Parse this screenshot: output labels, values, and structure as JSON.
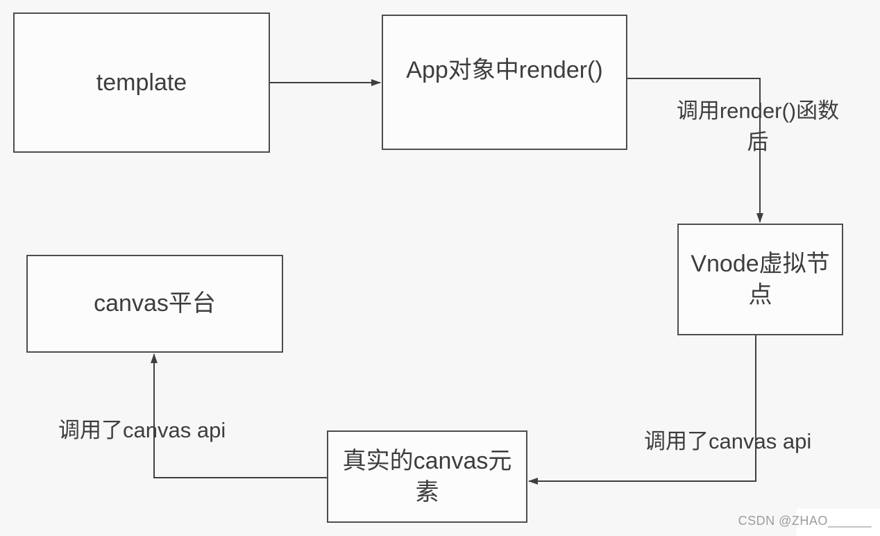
{
  "diagram": {
    "nodes": {
      "template": {
        "label": "template"
      },
      "app_render": {
        "label": "App对象中render()"
      },
      "vnode": {
        "label": "Vnode虚拟节点"
      },
      "real_canvas": {
        "label": "真实的canvas元素"
      },
      "canvas_platform": {
        "label": "canvas平台"
      }
    },
    "edges": [
      {
        "from": "template",
        "to": "app_render",
        "label": ""
      },
      {
        "from": "app_render",
        "to": "vnode",
        "label": "调用render()函数后"
      },
      {
        "from": "vnode",
        "to": "real_canvas",
        "label": "调用了canvas api"
      },
      {
        "from": "real_canvas",
        "to": "canvas_platform",
        "label": "调用了canvas api"
      }
    ],
    "colors": {
      "background": "#f7f7f7",
      "node_fill": "#fcfcfc",
      "node_border": "#4d4d4d",
      "text": "#3d3d3d",
      "line": "#3f3f3f",
      "watermark": "#9c9c9c"
    }
  },
  "watermark": {
    "text": "CSDN @ZHAO______"
  }
}
